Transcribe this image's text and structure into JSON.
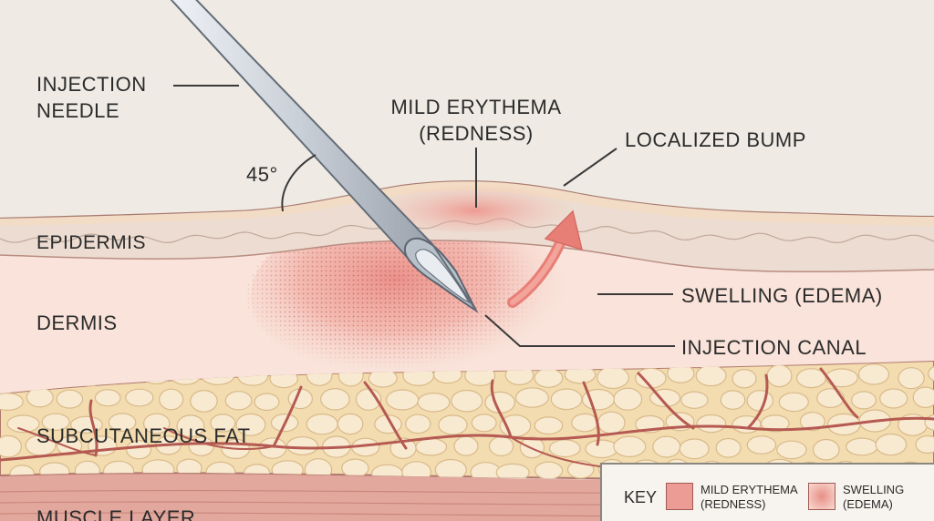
{
  "labels": {
    "needle_line1": "INJECTION",
    "needle_line2": "NEEDLE",
    "angle": "45°",
    "erythema_line1": "MILD ERYTHEMA",
    "erythema_line2": "(REDNESS)",
    "bump": "LOCALIZED BUMP",
    "epidermis": "EPIDERMIS",
    "dermis": "DERMIS",
    "swelling": "SWELLING (EDEMA)",
    "canal": "INJECTION CANAL",
    "fat": "SUBCUTANEOUS FAT",
    "muscle": "MUSCLE LAYER"
  },
  "key": {
    "title": "KEY",
    "items": [
      {
        "line1": "MILD ERYTHEMA",
        "line2": "(REDNESS)",
        "color": "#ec9c94"
      },
      {
        "line1": "SWELLING",
        "line2": "(EDEMA)",
        "color": "#f2b7ae"
      }
    ]
  },
  "colors": {
    "background": "#efebe4",
    "epidermis": "#ecdcd1",
    "dermis": "#f9e3da",
    "fat": "#f2dcb0",
    "muscle": "#e3a89d",
    "vessel": "#b55a52",
    "needle": "#c8ced6"
  }
}
